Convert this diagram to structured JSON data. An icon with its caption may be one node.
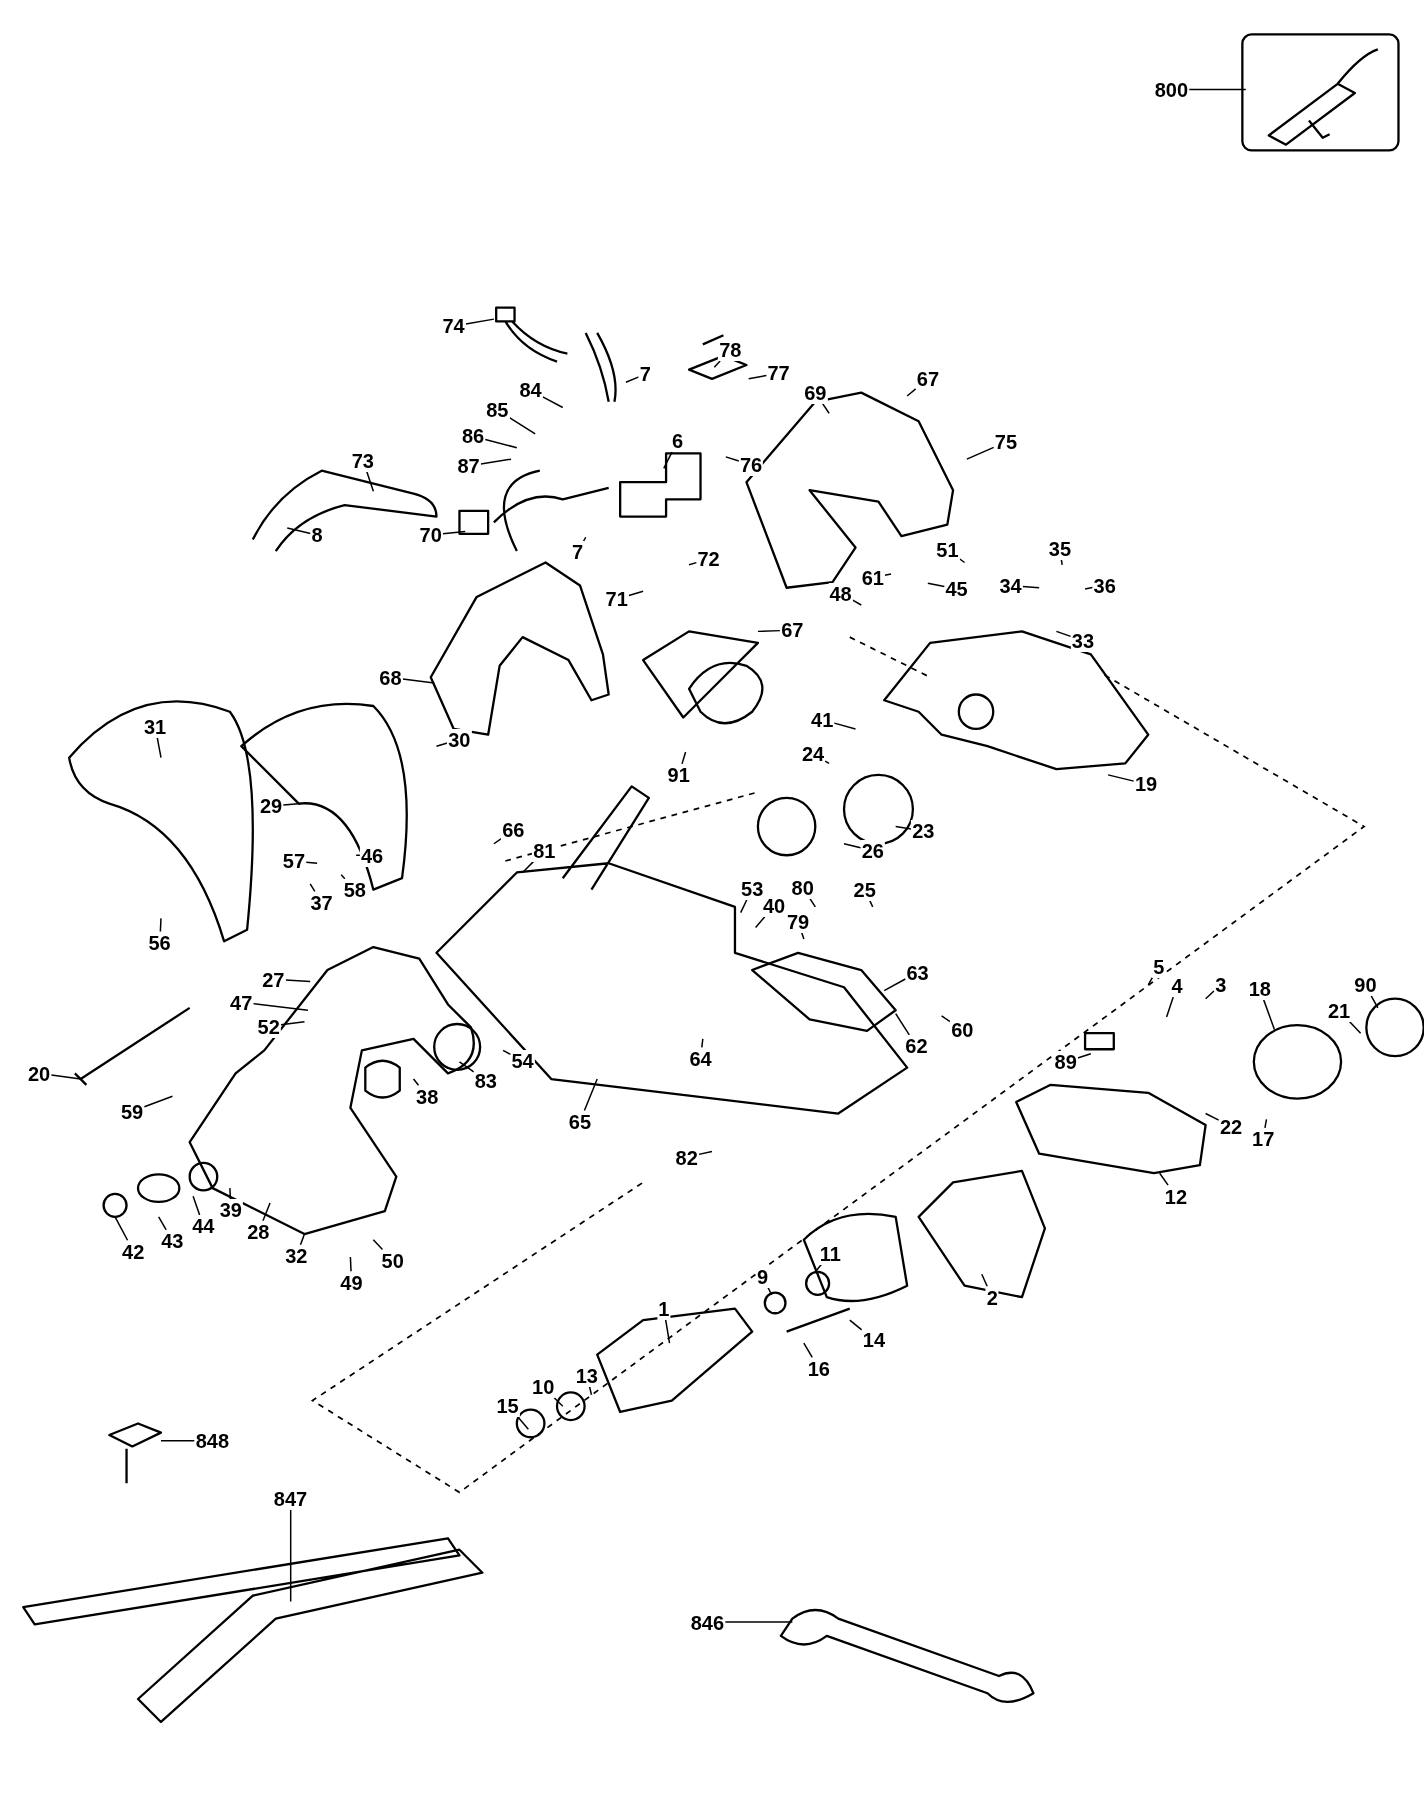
{
  "diagram": {
    "nodes": [
      {
        "text": [
          "800"
        ]
      },
      {
        "text": [
          "74"
        ]
      },
      {
        "text": [
          "78"
        ]
      },
      {
        "text": [
          "77"
        ]
      },
      {
        "text": [
          "7"
        ]
      },
      {
        "text": [
          "67"
        ]
      },
      {
        "text": [
          "69"
        ]
      },
      {
        "text": [
          "84"
        ]
      },
      {
        "text": [
          "85"
        ]
      },
      {
        "text": [
          "75"
        ]
      },
      {
        "text": [
          "86"
        ]
      },
      {
        "text": [
          "76"
        ]
      },
      {
        "text": [
          "6"
        ]
      },
      {
        "text": [
          "73"
        ]
      },
      {
        "text": [
          "87"
        ]
      },
      {
        "text": [
          "8"
        ]
      },
      {
        "text": [
          "70"
        ]
      },
      {
        "text": [
          "7"
        ]
      },
      {
        "text": [
          "72"
        ]
      },
      {
        "text": [
          "51"
        ]
      },
      {
        "text": [
          "35"
        ]
      },
      {
        "text": [
          "61"
        ]
      },
      {
        "text": [
          "34"
        ]
      },
      {
        "text": [
          "36"
        ]
      },
      {
        "text": [
          "48"
        ]
      },
      {
        "text": [
          "45"
        ]
      },
      {
        "text": [
          "71"
        ]
      },
      {
        "text": [
          "33"
        ]
      },
      {
        "text": [
          "67"
        ]
      },
      {
        "text": [
          "68"
        ]
      },
      {
        "text": [
          "19"
        ]
      },
      {
        "text": [
          "31"
        ]
      },
      {
        "text": [
          "30"
        ]
      },
      {
        "text": [
          "41"
        ]
      },
      {
        "text": [
          "91"
        ]
      },
      {
        "text": [
          "24"
        ]
      },
      {
        "text": [
          "29"
        ]
      },
      {
        "text": [
          "23"
        ]
      },
      {
        "text": [
          "66"
        ]
      },
      {
        "text": [
          "81"
        ]
      },
      {
        "text": [
          "57"
        ]
      },
      {
        "text": [
          "46"
        ]
      },
      {
        "text": [
          "26"
        ]
      },
      {
        "text": [
          "58"
        ]
      },
      {
        "text": [
          "37"
        ]
      },
      {
        "text": [
          "56"
        ]
      },
      {
        "text": [
          "53"
        ]
      },
      {
        "text": [
          "80"
        ]
      },
      {
        "text": [
          "25"
        ]
      },
      {
        "text": [
          "40"
        ]
      },
      {
        "text": [
          "79"
        ]
      },
      {
        "text": [
          "63"
        ]
      },
      {
        "text": [
          "27"
        ]
      },
      {
        "text": [
          "5"
        ]
      },
      {
        "text": [
          "90"
        ]
      },
      {
        "text": [
          "3"
        ]
      },
      {
        "text": [
          "4"
        ]
      },
      {
        "text": [
          "21"
        ]
      },
      {
        "text": [
          "18"
        ]
      },
      {
        "text": [
          "47"
        ]
      },
      {
        "text": [
          "60"
        ]
      },
      {
        "text": [
          "52"
        ]
      },
      {
        "text": [
          "62"
        ]
      },
      {
        "text": [
          "54"
        ]
      },
      {
        "text": [
          "64"
        ]
      },
      {
        "text": [
          "89"
        ]
      },
      {
        "text": [
          "83"
        ]
      },
      {
        "text": [
          "38"
        ]
      },
      {
        "text": [
          "20"
        ]
      },
      {
        "text": [
          "22"
        ]
      },
      {
        "text": [
          "17"
        ]
      },
      {
        "text": [
          "59"
        ]
      },
      {
        "text": [
          "65"
        ]
      },
      {
        "text": [
          "82"
        ]
      },
      {
        "text": [
          "12"
        ]
      },
      {
        "text": [
          "39"
        ]
      },
      {
        "text": [
          "44"
        ]
      },
      {
        "text": [
          "28"
        ]
      },
      {
        "text": [
          "43"
        ]
      },
      {
        "text": [
          "42"
        ]
      },
      {
        "text": [
          "32"
        ]
      },
      {
        "text": [
          "50"
        ]
      },
      {
        "text": [
          "49"
        ]
      },
      {
        "text": [
          "11"
        ]
      },
      {
        "text": [
          "9"
        ]
      },
      {
        "text": [
          "2"
        ]
      },
      {
        "text": [
          "14"
        ]
      },
      {
        "text": [
          "1"
        ]
      },
      {
        "text": [
          "16"
        ]
      },
      {
        "text": [
          "13"
        ]
      },
      {
        "text": [
          "10"
        ]
      },
      {
        "text": [
          "15"
        ]
      },
      {
        "text": [
          "848"
        ]
      },
      {
        "text": [
          "847"
        ]
      },
      {
        "text": [
          "846"
        ]
      }
    ],
    "edges": [
      {
        "from": 0,
        "to": null,
        "arrow": "none"
      },
      {
        "from": 1,
        "to": null,
        "arrow": "none"
      },
      {
        "from": 2,
        "to": null,
        "arrow": "none"
      },
      {
        "from": 3,
        "to": null,
        "arrow": "none"
      },
      {
        "from": 4,
        "to": null,
        "arrow": "none"
      },
      {
        "from": 5,
        "to": null,
        "arrow": "none"
      },
      {
        "from": 6,
        "to": null,
        "arrow": "none"
      },
      {
        "from": 7,
        "to": null,
        "arrow": "none"
      },
      {
        "from": 8,
        "to": null,
        "arrow": "none"
      },
      {
        "from": 9,
        "to": null,
        "arrow": "none"
      },
      {
        "from": 10,
        "to": null,
        "arrow": "none"
      },
      {
        "from": 11,
        "to": null,
        "arrow": "none"
      },
      {
        "from": 12,
        "to": null,
        "arrow": "none"
      },
      {
        "from": 13,
        "to": null,
        "arrow": "none"
      },
      {
        "from": 14,
        "to": null,
        "arrow": "none"
      },
      {
        "from": 15,
        "to": null,
        "arrow": "none"
      },
      {
        "from": 16,
        "to": null,
        "arrow": "none"
      },
      {
        "from": 17,
        "to": null,
        "arrow": "none"
      },
      {
        "from": 18,
        "to": null,
        "arrow": "none"
      },
      {
        "from": 19,
        "to": null,
        "arrow": "none"
      },
      {
        "from": 20,
        "to": null,
        "arrow": "none"
      },
      {
        "from": 21,
        "to": null,
        "arrow": "none"
      },
      {
        "from": 22,
        "to": null,
        "arrow": "none"
      },
      {
        "from": 23,
        "to": null,
        "arrow": "none"
      },
      {
        "from": 24,
        "to": null,
        "arrow": "none"
      },
      {
        "from": 25,
        "to": null,
        "arrow": "none"
      },
      {
        "from": 26,
        "to": null,
        "arrow": "none"
      },
      {
        "from": 27,
        "to": null,
        "arrow": "none"
      },
      {
        "from": 28,
        "to": null,
        "arrow": "none"
      },
      {
        "from": 29,
        "to": null,
        "arrow": "none"
      },
      {
        "from": 30,
        "to": null,
        "arrow": "none"
      },
      {
        "from": 31,
        "to": null,
        "arrow": "none"
      },
      {
        "from": 32,
        "to": null,
        "arrow": "none"
      },
      {
        "from": 33,
        "to": null,
        "arrow": "none"
      },
      {
        "from": 34,
        "to": null,
        "arrow": "none"
      },
      {
        "from": 35,
        "to": null,
        "arrow": "none"
      },
      {
        "from": 36,
        "to": null,
        "arrow": "none"
      },
      {
        "from": 37,
        "to": null,
        "arrow": "none"
      },
      {
        "from": 38,
        "to": null,
        "arrow": "none"
      },
      {
        "from": 39,
        "to": null,
        "arrow": "none"
      },
      {
        "from": 40,
        "to": null,
        "arrow": "none"
      },
      {
        "from": 41,
        "to": null,
        "arrow": "none"
      },
      {
        "from": 42,
        "to": null,
        "arrow": "none"
      },
      {
        "from": 43,
        "to": null,
        "arrow": "none"
      },
      {
        "from": 44,
        "to": null,
        "arrow": "none"
      },
      {
        "from": 45,
        "to": null,
        "arrow": "none"
      },
      {
        "from": 46,
        "to": null,
        "arrow": "none"
      },
      {
        "from": 47,
        "to": null,
        "arrow": "none"
      },
      {
        "from": 48,
        "to": null,
        "arrow": "none"
      },
      {
        "from": 49,
        "to": null,
        "arrow": "none"
      },
      {
        "from": 50,
        "to": null,
        "arrow": "none"
      },
      {
        "from": 51,
        "to": null,
        "arrow": "none"
      },
      {
        "from": 52,
        "to": null,
        "arrow": "none"
      },
      {
        "from": 53,
        "to": null,
        "arrow": "none"
      },
      {
        "from": 54,
        "to": null,
        "arrow": "none"
      },
      {
        "from": 55,
        "to": null,
        "arrow": "none"
      },
      {
        "from": 56,
        "to": null,
        "arrow": "none"
      },
      {
        "from": 57,
        "to": null,
        "arrow": "none"
      },
      {
        "from": 58,
        "to": null,
        "arrow": "none"
      },
      {
        "from": 59,
        "to": null,
        "arrow": "none"
      },
      {
        "from": 60,
        "to": null,
        "arrow": "none"
      },
      {
        "from": 61,
        "to": null,
        "arrow": "none"
      },
      {
        "from": 62,
        "to": null,
        "arrow": "none"
      },
      {
        "from": 63,
        "to": null,
        "arrow": "none"
      },
      {
        "from": 64,
        "to": null,
        "arrow": "none"
      },
      {
        "from": 65,
        "to": null,
        "arrow": "none"
      },
      {
        "from": 66,
        "to": null,
        "arrow": "none"
      },
      {
        "from": 67,
        "to": null,
        "arrow": "none"
      },
      {
        "from": 68,
        "to": null,
        "arrow": "none"
      },
      {
        "from": 69,
        "to": null,
        "arrow": "none"
      },
      {
        "from": 70,
        "to": null,
        "arrow": "none"
      },
      {
        "from": 71,
        "to": null,
        "arrow": "none"
      },
      {
        "from": 72,
        "to": null,
        "arrow": "none"
      },
      {
        "from": 73,
        "to": null,
        "arrow": "none"
      },
      {
        "from": 74,
        "to": null,
        "arrow": "none"
      },
      {
        "from": 75,
        "to": null,
        "arrow": "none"
      },
      {
        "from": 76,
        "to": null,
        "arrow": "none"
      },
      {
        "from": 77,
        "to": null,
        "arrow": "none"
      },
      {
        "from": 78,
        "to": null,
        "arrow": "none"
      },
      {
        "from": 79,
        "to": null,
        "arrow": "none"
      },
      {
        "from": 80,
        "to": null,
        "arrow": "none"
      },
      {
        "from": 81,
        "to": null,
        "arrow": "none"
      },
      {
        "from": 82,
        "to": null,
        "arrow": "none"
      },
      {
        "from": 83,
        "to": null,
        "arrow": "none"
      },
      {
        "from": 84,
        "to": null,
        "arrow": "none"
      },
      {
        "from": 85,
        "to": null,
        "arrow": "none"
      },
      {
        "from": 86,
        "to": null,
        "arrow": "none"
      },
      {
        "from": 87,
        "to": null,
        "arrow": "none"
      },
      {
        "from": 88,
        "to": null,
        "arrow": "none"
      },
      {
        "from": 89,
        "to": null,
        "arrow": "none"
      },
      {
        "from": 90,
        "to": null,
        "arrow": "none"
      },
      {
        "from": 91,
        "to": null,
        "arrow": "none"
      },
      {
        "from": 92,
        "to": null,
        "arrow": "none"
      },
      {
        "from": 93,
        "to": null,
        "arrow": "none"
      },
      {
        "from": 94,
        "to": null,
        "arrow": "none"
      }
    ]
  }
}
